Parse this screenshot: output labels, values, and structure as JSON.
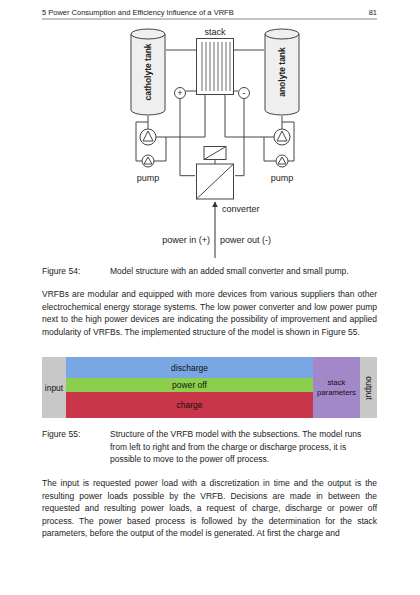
{
  "diagram": {
    "title": "5 Power Consumption and Efficiency Influence of a VRFB",
    "nodes": [
      {
        "text": [
          "catholyte tank"
        ]
      },
      {
        "text": [
          "stack"
        ]
      },
      {
        "text": [
          "anolyte tank"
        ]
      },
      {
        "text": [
          "+"
        ]
      },
      {
        "text": [
          "-"
        ]
      },
      {
        "text": [
          "converter"
        ]
      },
      {
        "text": [
          "input"
        ]
      },
      {
        "text": [
          "discharge"
        ]
      },
      {
        "text": [
          "power off"
        ]
      },
      {
        "text": [
          "charge"
        ]
      },
      {
        "text": [
          "stack parameters"
        ]
      },
      {
        "text": [
          "output"
        ]
      }
    ],
    "edges": [
      {
        "from": 0,
        "to": 1,
        "arrow": "none"
      },
      {
        "from": 2,
        "to": 1,
        "arrow": "none"
      },
      {
        "from": 1,
        "to": 3,
        "arrow": "none"
      },
      {
        "from": 1,
        "to": 4,
        "arrow": "none"
      },
      {
        "from": 3,
        "to": 5,
        "arrow": "none"
      },
      {
        "from": 4,
        "to": 5,
        "arrow": "none"
      }
    ],
    "labels": [
      "81",
      "pump",
      "pump",
      "power in (+)",
      "power out (-)",
      "Figure 54:",
      "Model structure with an added small converter and small pump.",
      "VRFBs are modular and equipped with more devices from various suppliers than other electrochemical energy storage systems. The low power converter and low power pump next to the high power devices are indicating the possibility of improvement and applied modularity of VRFBs. The implemented structure of the model is shown in Figure 55.",
      "Figure 55:",
      "Structure of the VRFB model with the subsections. The model runs from left to right and from the charge or discharge process, it is possible to move to the power off process.",
      "The input is requested power load with a discretization in time and the output is the resulting power loads possible by the VRFB. Decisions are made in between the requested and resulting power loads, a request of charge, discharge or power off process. The power based process is followed by the determination for the stack parameters, before the output of the model is generated. At first the charge and"
    ]
  }
}
